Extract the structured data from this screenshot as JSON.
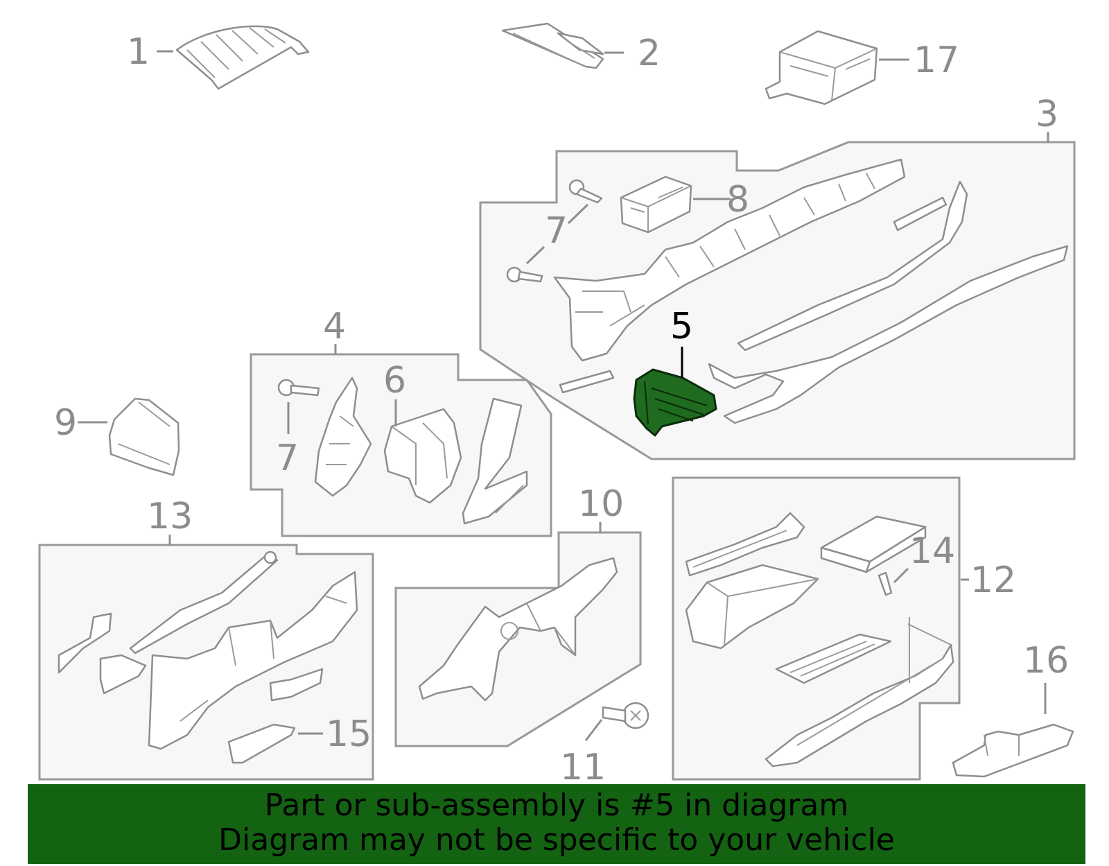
{
  "callouts": {
    "c1": "1",
    "c2": "2",
    "c3": "3",
    "c4": "4",
    "c5": "5",
    "c6": "6",
    "c7a": "7",
    "c7b": "7",
    "c8": "8",
    "c9": "9",
    "c10": "10",
    "c11": "11",
    "c12": "12",
    "c13": "13",
    "c14": "14",
    "c15": "15",
    "c16": "16",
    "c17": "17"
  },
  "highlighted_part": "5",
  "banner": {
    "line1": "Part or sub-assembly is #5 in diagram",
    "line2": "Diagram may not be specific to your vehicle"
  },
  "colors": {
    "highlight_fill": "#1f6b1f",
    "banner_bg": "#136313",
    "callout_text": "#8c8c8c",
    "box_fill": "#f7f7f7"
  }
}
